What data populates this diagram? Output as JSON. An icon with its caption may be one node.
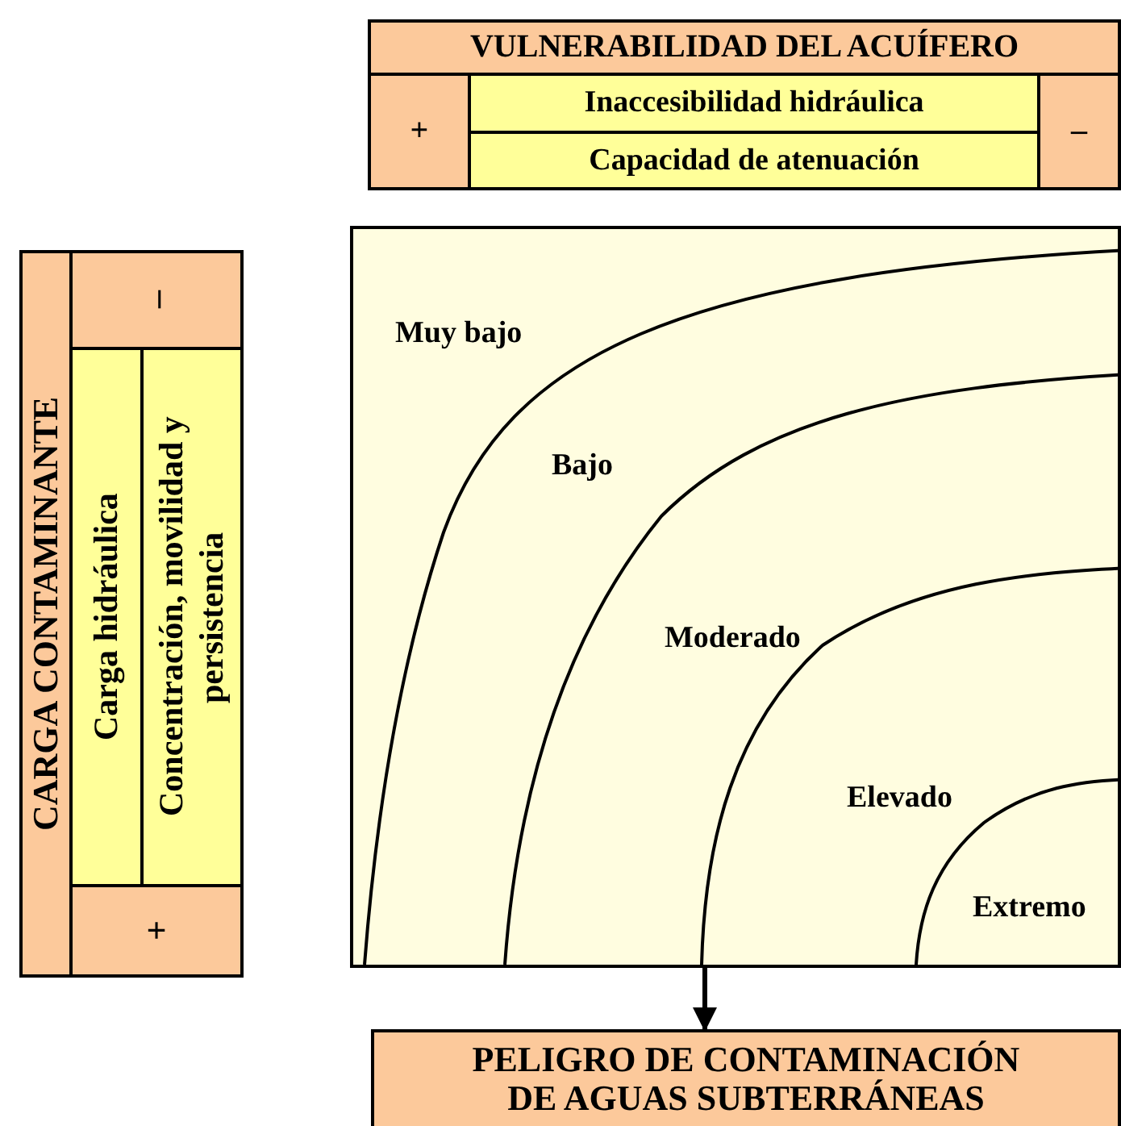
{
  "diagram": {
    "nodes": [
      {
        "text": [
          "VULNERABILIDAD DEL ACUÍFERO"
        ]
      },
      {
        "text": [
          "+"
        ]
      },
      {
        "text": [
          "Inaccesibilidad hidráulica"
        ]
      },
      {
        "text": [
          "Capacidad de atenuación"
        ]
      },
      {
        "text": [
          "–"
        ]
      },
      {
        "text": [
          "CARGA CONTAMINANTE"
        ]
      },
      {
        "text": [
          "–"
        ]
      },
      {
        "text": [
          "Carga hidráulica"
        ]
      },
      {
        "text": [
          "Concentración, movilidad y persistencia"
        ]
      },
      {
        "text": [
          "+"
        ]
      },
      {
        "text": [],
        "shape": "box"
      },
      {
        "text": [
          "PELIGRO DE CONTAMINACIÓN DE AGUAS SUBTERRÁNEAS"
        ]
      }
    ],
    "edges": [
      {
        "from": 10,
        "to": 11,
        "arrow": "to"
      }
    ],
    "labels": [
      "Muy bajo",
      "Bajo",
      "Moderado",
      "Elevado",
      "Extremo"
    ]
  }
}
